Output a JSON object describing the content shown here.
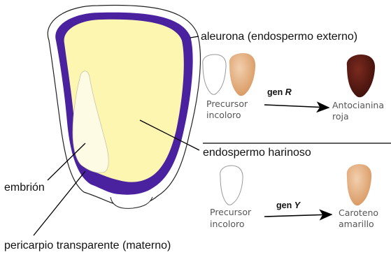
{
  "labels": {
    "aleurone": "aleurona (endospermo externo)",
    "endosperm": "endospermo harinoso",
    "embryo": "embrión",
    "pericarp": "pericarpio transparente (materno)"
  },
  "pathway_r": {
    "precursor_line1": "Precursor",
    "precursor_line2": "incoloro",
    "gene_prefix": "gen",
    "gene_symbol": "R",
    "product_line1": "Antocianina",
    "product_line2": "roja"
  },
  "pathway_y": {
    "precursor_line1": "Precursor",
    "precursor_line2": "incoloro",
    "gene_prefix": "gen",
    "gene_symbol": "Y",
    "product_line1": "Caroteno",
    "product_line2": "amarillo"
  },
  "colors": {
    "aleurone": "#4a22a0",
    "endosperm": "#fdf6b0",
    "embryo": "#fdfbe3",
    "pericarp": "#ffffff",
    "kernel_tan": "#e2ad7f",
    "kernel_red": "#5a1812",
    "kernel_colorless": "#ffffff"
  }
}
